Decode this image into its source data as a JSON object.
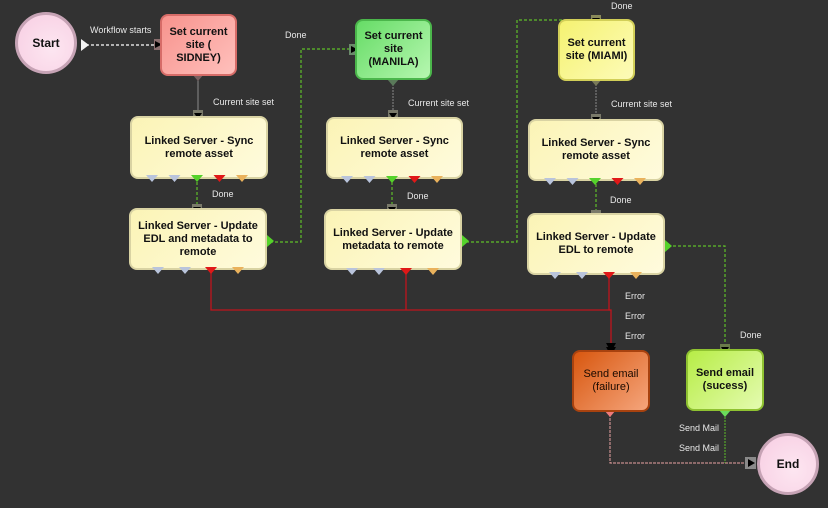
{
  "diagram": {
    "type": "workflow",
    "nodes": {
      "start": {
        "label": "Start",
        "color": "#f7cde2"
      },
      "set_sidney": {
        "label": "Set current site ( SIDNEY)",
        "line1": "Set current",
        "line2": "site ( SIDNEY)",
        "color": "#f7938d"
      },
      "sync_1": {
        "line1": "Linked Server - Sync",
        "line2": "remote asset",
        "color": "#fbf4b6"
      },
      "update_1": {
        "line1": "Linked Server - Update",
        "line2": "EDL and metadata to",
        "line3": "remote",
        "color": "#fbf4b6"
      },
      "set_manila": {
        "line1": "Set current",
        "line2": "site",
        "line3": "(MANILA)",
        "color": "#66dc66"
      },
      "sync_2": {
        "line1": "Linked Server - Sync",
        "line2": "remote asset",
        "color": "#fbf4b6"
      },
      "update_2": {
        "line1": "Linked Server - Update",
        "line2": "metadata to remote",
        "color": "#fbf4b6"
      },
      "set_miami": {
        "line1": "Set current",
        "line2": "site (MIAMI)",
        "color": "#f5f271"
      },
      "sync_3": {
        "line1": "Linked Server - Sync",
        "line2": "remote asset",
        "color": "#fbf4b6"
      },
      "update_3": {
        "line1": "Linked Server - Update",
        "line2": "EDL to remote",
        "color": "#fbf4b6"
      },
      "send_fail": {
        "line1": "Send email",
        "line2": "(failure)",
        "color": "#d8570f"
      },
      "send_succ": {
        "line1": "Send email",
        "line2": "(sucess)",
        "color": "#b7ed46"
      },
      "end": {
        "label": "End",
        "color": "#f7cde2"
      }
    },
    "edge_labels": {
      "workflow_starts": "Workflow starts",
      "current_site_set_1": "Current site set",
      "done_1": "Done",
      "done_manila": "Done",
      "current_site_set_2": "Current site set",
      "done_2": "Done",
      "done_miami": "Done",
      "current_site_set_3": "Current site set",
      "done_3": "Done",
      "error_1": "Error",
      "error_2": "Error",
      "error_3": "Error",
      "done_success": "Done",
      "send_mail_1": "Send Mail",
      "send_mail_2": "Send Mail"
    },
    "edges": [
      {
        "from": "start",
        "to": "set_sidney",
        "label": "Workflow starts",
        "kind": "start"
      },
      {
        "from": "set_sidney",
        "to": "sync_1",
        "label": "Current site set",
        "kind": "neutral"
      },
      {
        "from": "sync_1",
        "to": "update_1",
        "label": "Done",
        "kind": "success"
      },
      {
        "from": "update_1",
        "to": "set_manila",
        "label": "Done",
        "kind": "success"
      },
      {
        "from": "set_manila",
        "to": "sync_2",
        "label": "Current site set",
        "kind": "neutral"
      },
      {
        "from": "sync_2",
        "to": "update_2",
        "label": "Done",
        "kind": "success"
      },
      {
        "from": "update_2",
        "to": "set_miami",
        "label": "Done",
        "kind": "success"
      },
      {
        "from": "set_miami",
        "to": "sync_3",
        "label": "Current site set",
        "kind": "neutral"
      },
      {
        "from": "sync_3",
        "to": "update_3",
        "label": "Done",
        "kind": "success"
      },
      {
        "from": "update_1",
        "to": "send_fail",
        "label": "Error",
        "kind": "error"
      },
      {
        "from": "update_2",
        "to": "send_fail",
        "label": "Error",
        "kind": "error"
      },
      {
        "from": "update_3",
        "to": "send_fail",
        "label": "Error",
        "kind": "error"
      },
      {
        "from": "update_3",
        "to": "send_succ",
        "label": "Done",
        "kind": "success"
      },
      {
        "from": "send_fail",
        "to": "end",
        "label": "Send Mail",
        "kind": "fail-mail"
      },
      {
        "from": "send_succ",
        "to": "end",
        "label": "Send Mail",
        "kind": "success"
      }
    ],
    "colors": {
      "background": "#323232",
      "success_edge": "#5fbf2a",
      "error_edge": "#c0141c",
      "neutral_edge": "#8a8a8a",
      "fail_mail_edge": "#e8a3a3",
      "port_green": "#55d22b",
      "port_red": "#e01818",
      "port_blue": "#b9c4dc",
      "port_orange": "#eab25c"
    }
  }
}
